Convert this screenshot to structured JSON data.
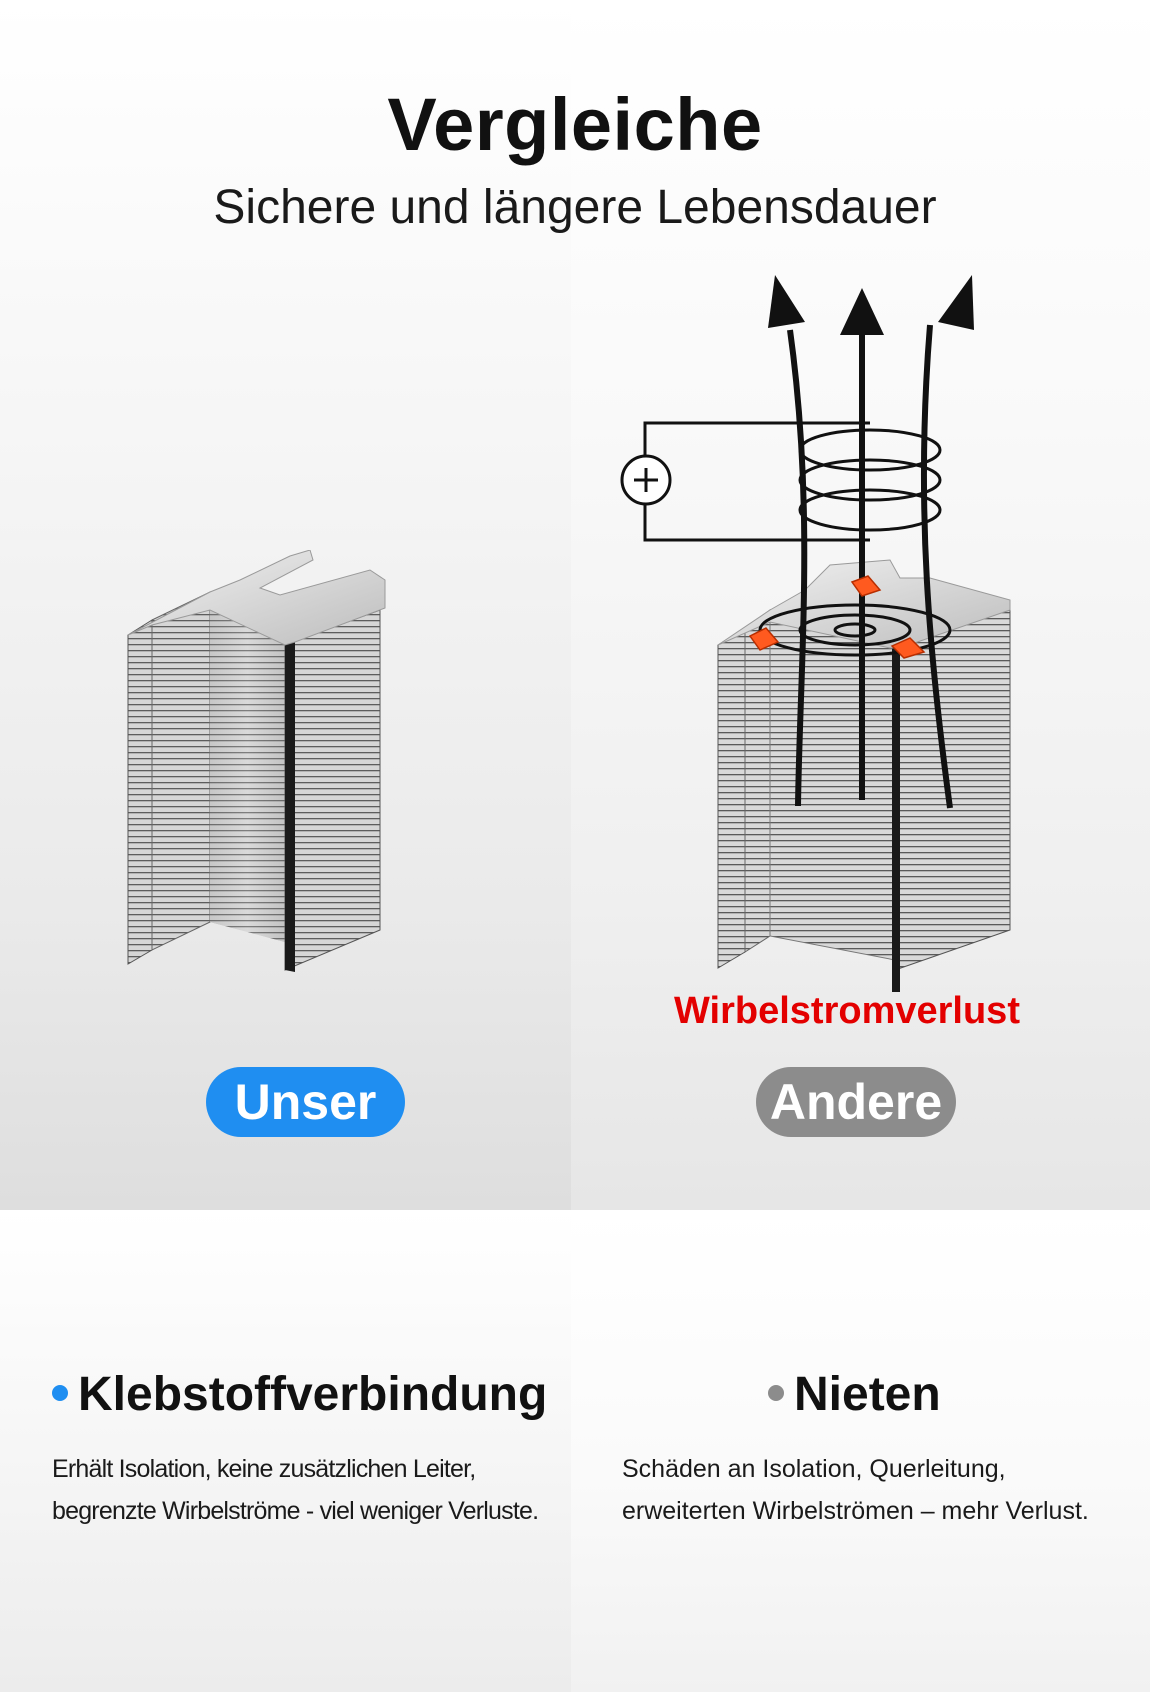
{
  "header": {
    "title": "Vergleiche",
    "subtitle": "Sichere und längere Lebensdauer"
  },
  "ours": {
    "badge": "Unser",
    "feature_title": "Klebstoffverbindung",
    "description": [
      "Erhält Isolation, keine zusätzlichen Leiter,",
      "begrenzte Wirbelströme - viel weniger Verluste."
    ]
  },
  "others": {
    "badge": "Andere",
    "warning": "Wirbelstromverlust",
    "feature_title": "Nieten",
    "description": [
      "Schäden an Isolation, Querleitung,",
      "erweiterten Wirbelströmen – mehr Verlust."
    ]
  },
  "colors": {
    "accent_blue": "#1f8ef1",
    "neutral_gray": "#8c8c8c",
    "warning_red": "#e30000",
    "rivet_orange": "#ff5a1f"
  }
}
